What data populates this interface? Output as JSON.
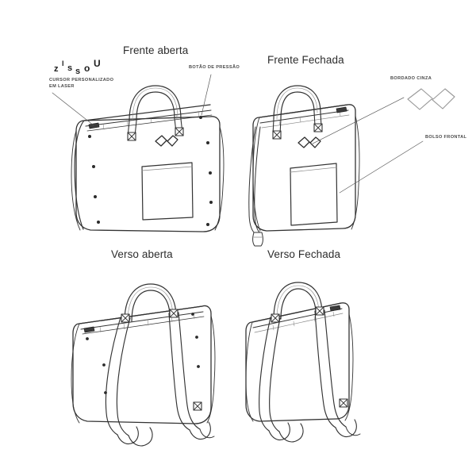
{
  "document": {
    "kind": "technical-fashion-sketch",
    "background_color": "#ffffff",
    "ink_color": "#333333",
    "swatch_color": "#9a9a9a",
    "rivet_color": "#2b2b2b"
  },
  "brand": {
    "name": "ZISSOU",
    "letters": [
      "z",
      "I",
      "s",
      "s",
      "o",
      "U"
    ]
  },
  "views": [
    {
      "id": "front-open",
      "title": "Frente aberta"
    },
    {
      "id": "front-closed",
      "title": "Frente Fechada"
    },
    {
      "id": "back-open",
      "title": "Verso aberta"
    },
    {
      "id": "back-closed",
      "title": "Verso Fechada"
    }
  ],
  "callouts": [
    {
      "id": "cursor-laser",
      "line1": "CURSOR PERSONALIZADO",
      "line2": "EM LASER"
    },
    {
      "id": "botao-pressao",
      "line1": "BOTÃO DE PRESSÃO"
    },
    {
      "id": "bordado-cinza",
      "line1": "BORDADO CINZA"
    },
    {
      "id": "bolso-frontal",
      "line1": "BOLSO FRONTAL"
    }
  ]
}
